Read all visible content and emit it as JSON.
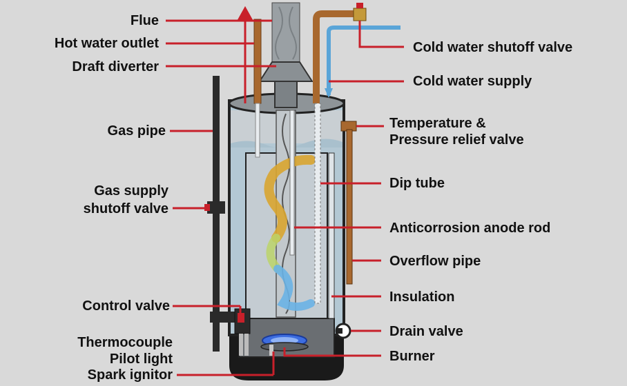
{
  "colors": {
    "background": "#d9d9d9",
    "leader_line": "#c8202a",
    "tank_water": "#b3c8d4",
    "tank_gas": "#c9cfd3",
    "pipe_copper": "#a8682e",
    "pipe_cold": "#5aa5d8",
    "flame": "#3d6de0",
    "tank_dark": "#1a1a1a"
  },
  "icons": [
    "hot-water-up-arrow-icon",
    "cold-water-down-arrow-icon",
    "burner-flame-icon",
    "drain-valve-icon",
    "shutoff-valve-icon"
  ],
  "labels": {
    "flue": "Flue",
    "hot_water_outlet": "Hot water outlet",
    "draft_diverter": "Draft diverter",
    "gas_pipe": "Gas pipe",
    "gas_supply_1": "Gas supply",
    "gas_supply_2": "shutoff valve",
    "control_valve": "Control valve",
    "thermocouple": "Thermocouple",
    "pilot_light": "Pilot light",
    "spark_ignitor": "Spark ignitor",
    "cold_shutoff": "Cold water shutoff valve",
    "cold_supply": "Cold water supply",
    "tp_1": "Temperature &",
    "tp_2": "Pressure relief valve",
    "dip_tube": "Dip tube",
    "anode_rod": "Anticorrosion anode rod",
    "overflow_pipe": "Overflow pipe",
    "insulation": "Insulation",
    "drain_valve": "Drain valve",
    "burner": "Burner"
  }
}
